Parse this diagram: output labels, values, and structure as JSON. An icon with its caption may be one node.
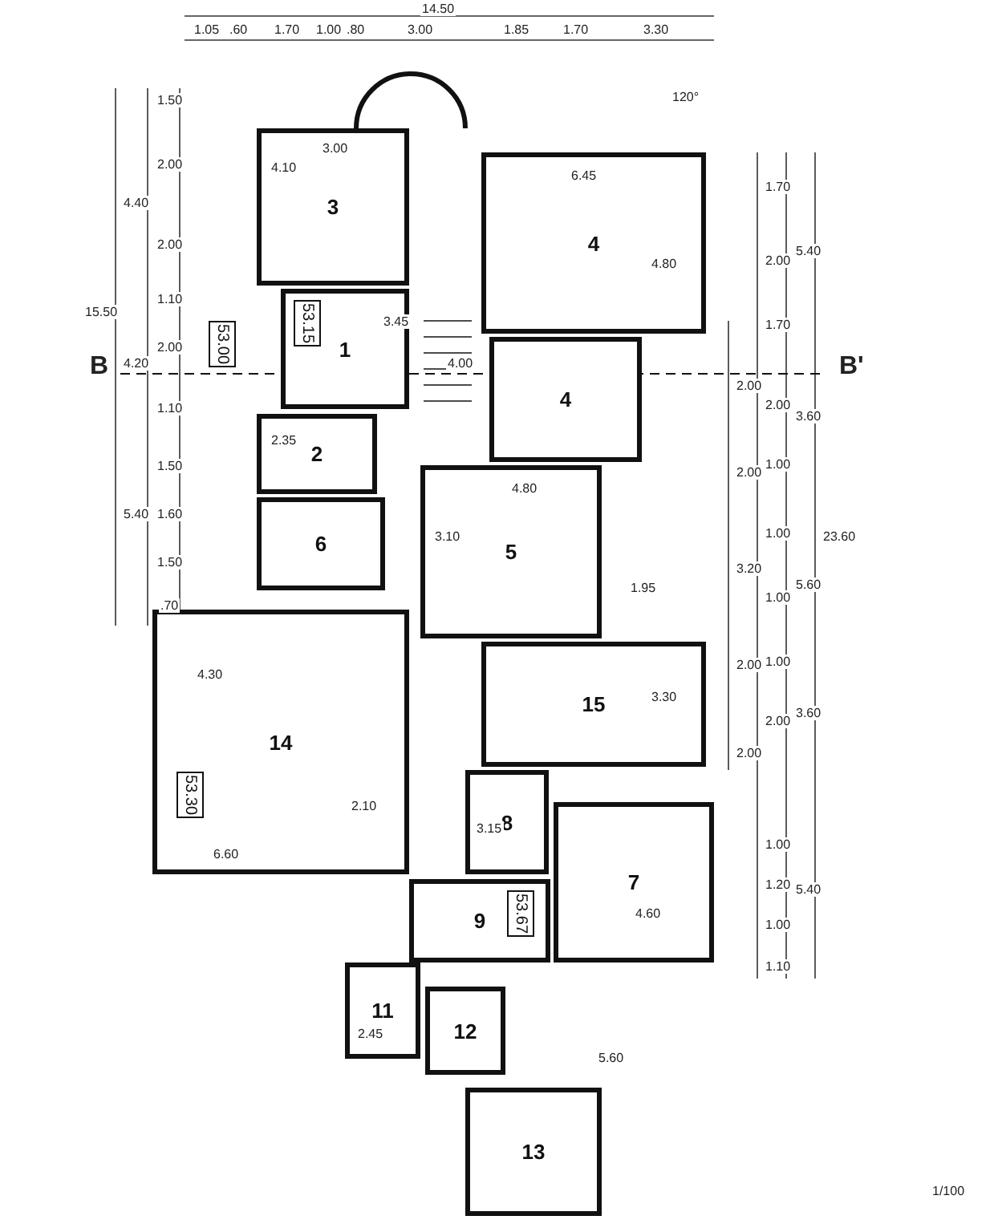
{
  "diagram": {
    "nodes": [
      {
        "text": [
          "3"
        ]
      },
      {
        "text": [
          "4"
        ]
      },
      {
        "text": [
          "1"
        ]
      },
      {
        "text": [
          "53.15"
        ],
        "in": 2
      },
      {
        "text": [
          "4"
        ]
      },
      {
        "text": [
          "53.00"
        ]
      },
      {
        "text": [
          "2"
        ]
      },
      {
        "text": [
          "6"
        ]
      },
      {
        "text": [
          "5"
        ]
      },
      {
        "text": [
          "14"
        ]
      },
      {
        "text": [
          "53.30"
        ],
        "in": 9
      },
      {
        "text": [
          "15"
        ]
      },
      {
        "text": [
          "8"
        ]
      },
      {
        "text": [
          "7"
        ]
      },
      {
        "text": [
          "9"
        ]
      },
      {
        "text": [
          "53.67"
        ],
        "in": 14
      },
      {
        "text": [
          "11"
        ]
      },
      {
        "text": [
          "12"
        ]
      },
      {
        "text": [
          "13"
        ]
      }
    ],
    "labels": [
      "1.05",
      ".60",
      "1.70",
      "1.00",
      ".80",
      "3.00",
      "1.85",
      "1.70",
      "3.30",
      "14.50",
      "1.50",
      "2.00",
      "2.00",
      "1.10",
      "2.00",
      "1.10",
      "1.50",
      "1.60",
      "1.50",
      ".70",
      "4.40",
      "4.20",
      "5.40",
      "15.50",
      "1.70",
      "2.00",
      "1.70",
      "2.00",
      "1.00",
      "1.00",
      "1.00",
      "1.00",
      "2.00",
      "1.00",
      "1.20",
      "1.00",
      "1.10",
      "5.40",
      "3.60",
      "5.60",
      "3.60",
      "5.40",
      "23.60",
      "2.00",
      "2.00",
      "3.20",
      "2.00",
      "2.00",
      "4.10",
      "3.00",
      "6.45",
      "4.80",
      "3.45",
      "4.00",
      "2.35",
      "3.10",
      "4.80",
      "1.95",
      "4.30",
      "3.30",
      "3.15",
      "4.60",
      "6.60",
      "2.10",
      "2.45",
      "5.60",
      "120°",
      "B",
      "B'",
      "1/100"
    ]
  }
}
